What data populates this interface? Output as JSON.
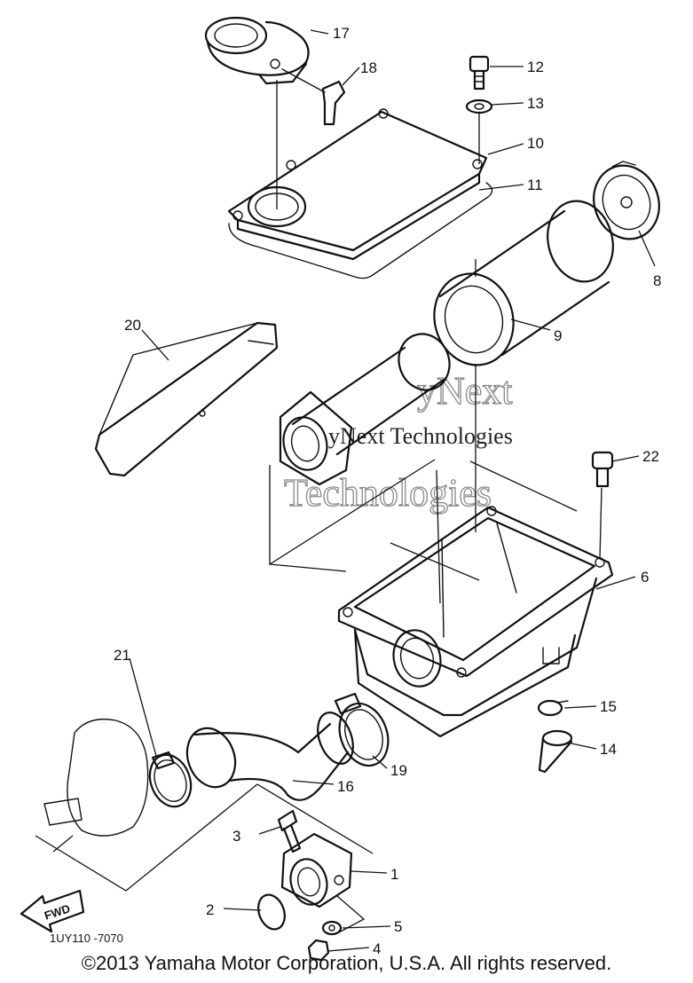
{
  "callouts": {
    "p1": "1",
    "p2": "2",
    "p3": "3",
    "p4": "4",
    "p5": "5",
    "p6": "6",
    "p8": "8",
    "p9": "9",
    "p10": "10",
    "p11": "11",
    "p12": "12",
    "p13": "13",
    "p14": "14",
    "p15": "15",
    "p16": "16",
    "p17": "17",
    "p18": "18",
    "p19": "19",
    "p20": "20",
    "p21": "21",
    "p22": "22"
  },
  "fwd_label": "FWD",
  "drawing_code": "1UY110 -7070",
  "watermark": {
    "line1": "yNext",
    "line2": "Technologies",
    "small": "yNext Technologies"
  },
  "copyright": "©2013 Yamaha Motor Corporation, U.S.A. All rights reserved."
}
